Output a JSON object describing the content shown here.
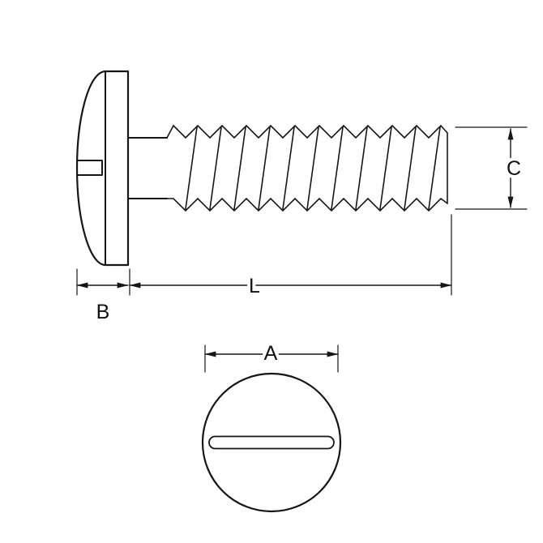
{
  "diagram": {
    "labels": {
      "thread_length": "L",
      "head_height": "B",
      "thread_diameter": "C",
      "head_diameter": "A"
    },
    "colors": {
      "line": "#161616",
      "background": "#ffffff"
    }
  }
}
